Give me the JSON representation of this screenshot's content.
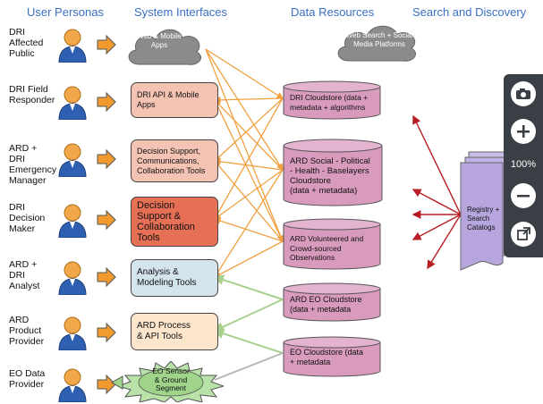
{
  "headers": {
    "user_personas": "User Personas",
    "system_interfaces": "System Interfaces",
    "data_resources": "Data Resources",
    "search_discovery": "Search and Discovery"
  },
  "personas": [
    {
      "label": "DRI\nAffected\nPublic"
    },
    {
      "label": "DRI Field\nResponder"
    },
    {
      "label": "ARD + DRI\nEmergency\nManager"
    },
    {
      "label": "DRI\nDecision\nMaker"
    },
    {
      "label": "ARD + DRI\nAnalyst"
    },
    {
      "label": "ARD\nProduct\nProvider"
    },
    {
      "label": "EO Data\nProvider"
    }
  ],
  "systems": {
    "web_mobile": "Web &\nMobile\nApps",
    "dri_api": "DRI API & Mobile\nApps",
    "decision_comm": "Decision Support,\nCommunications,\nCollaboration Tools",
    "decision_collab": "Decision\nSupport &\nCollaboration\nTools",
    "analysis": "Analysis &\nModeling Tools",
    "ard_process": "ARD Process\n& API Tools",
    "eo_sensor": "EO Sensor\n& Ground\nSegment"
  },
  "data_resources": {
    "web_search": "Web Search +\nSocial Media\nPlatforms",
    "dri_cloudstore": "DRI Cloudstore (data +\nmetadata + algorithms",
    "ard_social": "ARD Social - Political\n- Health - Baselayers\nCloudstore\n(data + metadata)",
    "ard_volunteered": "ARD Volunteered and\nCrowd-sourced\nObservations",
    "ard_eo": "ARD EO Cloudstore\n(data + metadata",
    "eo_cloudstore": "EO Cloudstore (data\n+ metadata"
  },
  "search": {
    "registry": "Registry +\nSearch\nCatalogs"
  },
  "zoom_controls": {
    "zoom_level": "100%",
    "camera_icon": "camera-icon",
    "plus_icon": "plus-icon",
    "minus_icon": "minus-icon",
    "expand_icon": "expand-icon"
  },
  "colors": {
    "header_blue": "#3a6fc4",
    "persona_arrow": "#f29a2e",
    "connector_orange": "#f0a040",
    "connector_green": "#a9d18e",
    "connector_gray": "#b7b7b7",
    "registry_red": "#b81d24",
    "cylinder_pink": "#d99bbd",
    "registry_purple": "#b7a6dd"
  }
}
